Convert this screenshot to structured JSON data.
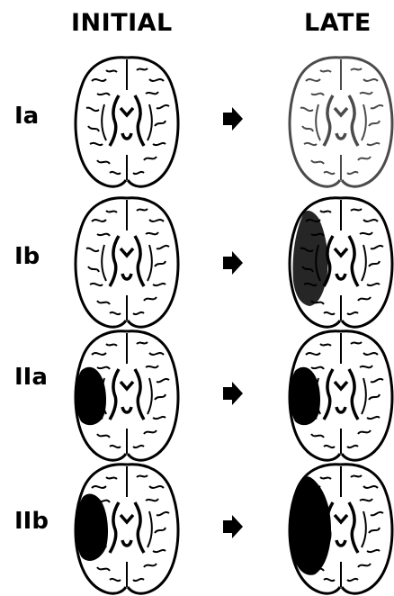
{
  "headers": {
    "initial": "INITIAL",
    "late": "LATE"
  },
  "rows": [
    {
      "label": "Ia"
    },
    {
      "label": "Ib"
    },
    {
      "label": "IIa"
    },
    {
      "label": "IIb"
    }
  ],
  "colors": {
    "ink": "#000000",
    "background": "#ffffff"
  },
  "icons": {
    "arrow": "right-pointing-block-arrow"
  }
}
